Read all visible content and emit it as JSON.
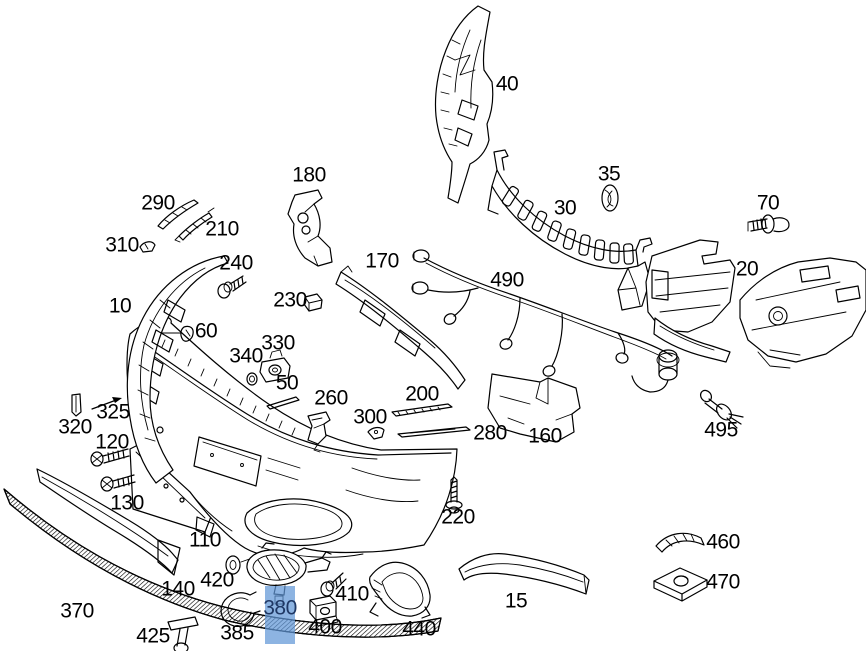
{
  "diagram": {
    "type": "exploded-parts-diagram",
    "subject": "front bumper assembly",
    "background_color": "#ffffff",
    "line_color": "#000000",
    "selection": {
      "selected_part": "380",
      "highlight_fill": "#8db4e2",
      "highlight_text_color": "#1f3864"
    },
    "parts": [
      {
        "label": "10",
        "highlighted": false
      },
      {
        "label": "15",
        "highlighted": false
      },
      {
        "label": "20",
        "highlighted": false
      },
      {
        "label": "30",
        "highlighted": false
      },
      {
        "label": "35",
        "highlighted": false
      },
      {
        "label": "40",
        "highlighted": false
      },
      {
        "label": "50",
        "highlighted": false
      },
      {
        "label": "60",
        "highlighted": false
      },
      {
        "label": "70",
        "highlighted": false
      },
      {
        "label": "110",
        "highlighted": false
      },
      {
        "label": "120",
        "highlighted": false
      },
      {
        "label": "130",
        "highlighted": false
      },
      {
        "label": "140",
        "highlighted": false
      },
      {
        "label": "160",
        "highlighted": false
      },
      {
        "label": "170",
        "highlighted": false
      },
      {
        "label": "180",
        "highlighted": false
      },
      {
        "label": "200",
        "highlighted": false
      },
      {
        "label": "210",
        "highlighted": false
      },
      {
        "label": "220",
        "highlighted": false
      },
      {
        "label": "230",
        "highlighted": false
      },
      {
        "label": "240",
        "highlighted": false
      },
      {
        "label": "260",
        "highlighted": false
      },
      {
        "label": "280",
        "highlighted": false
      },
      {
        "label": "290",
        "highlighted": false
      },
      {
        "label": "300",
        "highlighted": false
      },
      {
        "label": "310",
        "highlighted": false
      },
      {
        "label": "320",
        "highlighted": false
      },
      {
        "label": "325",
        "highlighted": false
      },
      {
        "label": "330",
        "highlighted": false
      },
      {
        "label": "340",
        "highlighted": false
      },
      {
        "label": "370",
        "highlighted": false
      },
      {
        "label": "380",
        "highlighted": true
      },
      {
        "label": "385",
        "highlighted": false
      },
      {
        "label": "400",
        "highlighted": false
      },
      {
        "label": "410",
        "highlighted": false
      },
      {
        "label": "420",
        "highlighted": false
      },
      {
        "label": "425",
        "highlighted": false
      },
      {
        "label": "440",
        "highlighted": false
      },
      {
        "label": "460",
        "highlighted": false
      },
      {
        "label": "470",
        "highlighted": false
      },
      {
        "label": "490",
        "highlighted": false
      },
      {
        "label": "495",
        "highlighted": false
      }
    ]
  }
}
